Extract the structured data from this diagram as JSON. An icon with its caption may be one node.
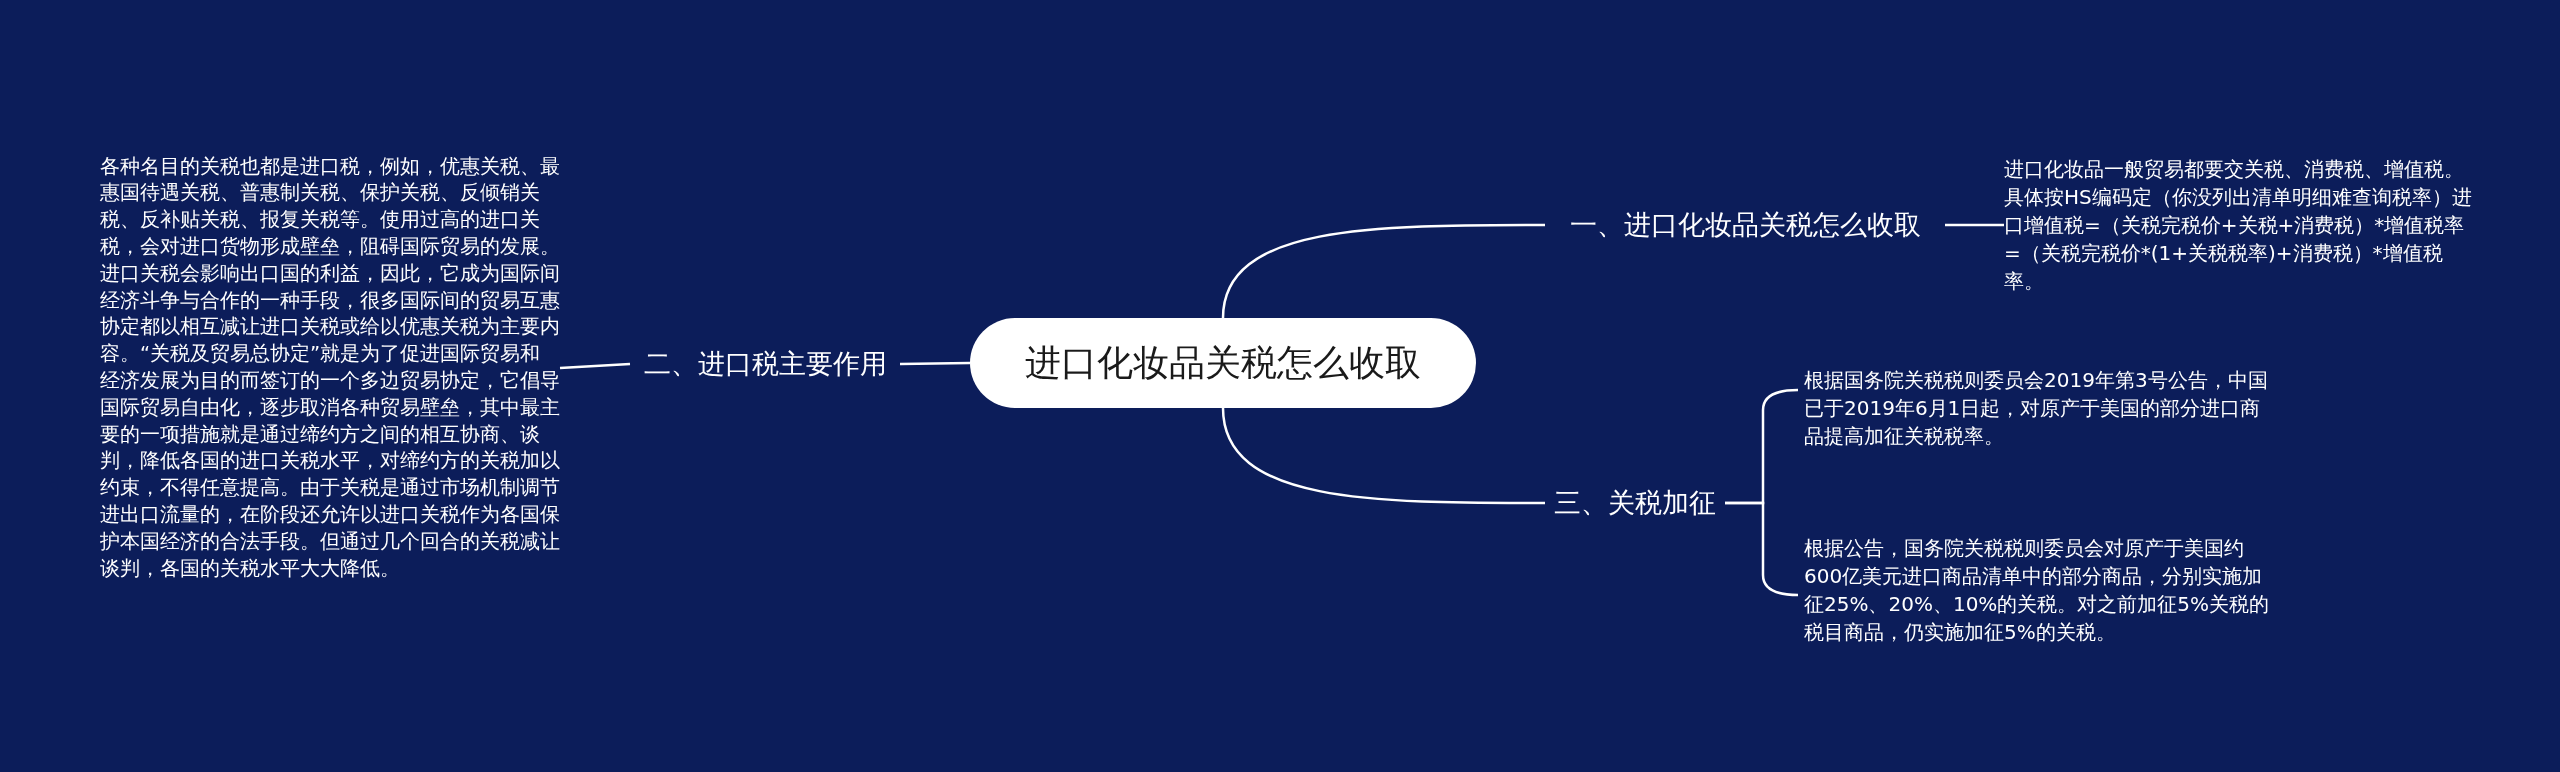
{
  "diagram": {
    "nodes": [
      {
        "text": [
          "进口化妆品关税怎么收取"
        ]
      },
      {
        "text": [
          "一、进口化妆品关税怎么收取"
        ]
      },
      {
        "text": [
          "进口化妆品一般贸易都要交关税、消费税、增值税。具体按HS编码定（你没列出清单明细难查询税率）进口增值税=（关税完税价+关税+消费税）*增值税率=（关税完税价*(1+关税税率)+消费税）*增值税率。"
        ]
      },
      {
        "text": [
          "二、进口税主要作用"
        ]
      },
      {
        "text": [
          "各种名目的关税也都是进口税，例如，优惠关税、最惠国待遇关税、普惠制关税、保护关税、反倾销关税、反补贴关税、报复关税等。使用过高的进口关税，会对进口货物形成壁垒，阻碍国际贸易的发展。进口关税会影响出口国的利益，因此，它成为国际间经济斗争与合作的一种手段，很多国际间的贸易互惠协定都以相互减让进口关税或给以优惠关税为主要内容。“关税及贸易总协定”就是为了促进国际贸易和经济发展为目的而签订的一个多边贸易协定，它倡导国际贸易自由化，逐步取消各种贸易壁垒，其中最主要的一项措施就是通过缔约方之间的相互协商、谈判，降低各国的进口关税水平，对缔约方的关税加以约束，不得任意提高。由于关税是通过市场机制调节进出口流量的，在阶段还允许以进口关税作为各国保护本国经济的合法手段。但通过几个回合的关税减让谈判，各国的关税水平大大降低。"
        ]
      },
      {
        "text": [
          "三、关税加征"
        ]
      },
      {
        "text": [
          "根据国务院关税税则委员会2019年第3号公告，中国已于2019年6月1日起，对原产于美国的部分进口商品提高加征关税税率。"
        ]
      },
      {
        "text": [
          "根据公告，国务院关税税则委员会对原产于美国约600亿美元进口商品清单中的部分商品，分别实施加征25%、20%、10%的关税。对之前加征5%关税的税目商品，仍实施加征5%的关税。"
        ]
      }
    ],
    "edges": [
      {
        "from": 0,
        "to": 1,
        "arrow": "none"
      },
      {
        "from": 1,
        "to": 2,
        "arrow": "none"
      },
      {
        "from": 0,
        "to": 3,
        "arrow": "none"
      },
      {
        "from": 3,
        "to": 4,
        "arrow": "none"
      },
      {
        "from": 0,
        "to": 5,
        "arrow": "none"
      },
      {
        "from": 5,
        "to": 6,
        "arrow": "none"
      },
      {
        "from": 5,
        "to": 7,
        "arrow": "none"
      }
    ]
  }
}
